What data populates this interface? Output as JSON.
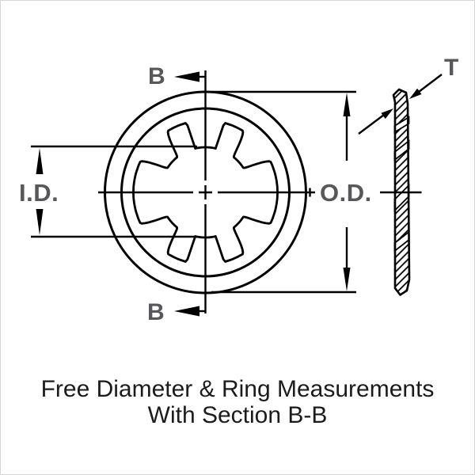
{
  "drawing": {
    "section_label_top": "B",
    "section_label_bottom": "B",
    "inner_diameter_label": "I.D.",
    "outer_diameter_label": "O.D.",
    "thickness_label": "T"
  },
  "caption": {
    "line1": "Free Diameter & Ring Measurements",
    "line2": "With Section B-B"
  },
  "colors": {
    "line": "#000000",
    "label_gray": "#58585a",
    "caption_text": "#1b1b1b",
    "background": "#ffffff",
    "border": "#d6d6d6"
  }
}
